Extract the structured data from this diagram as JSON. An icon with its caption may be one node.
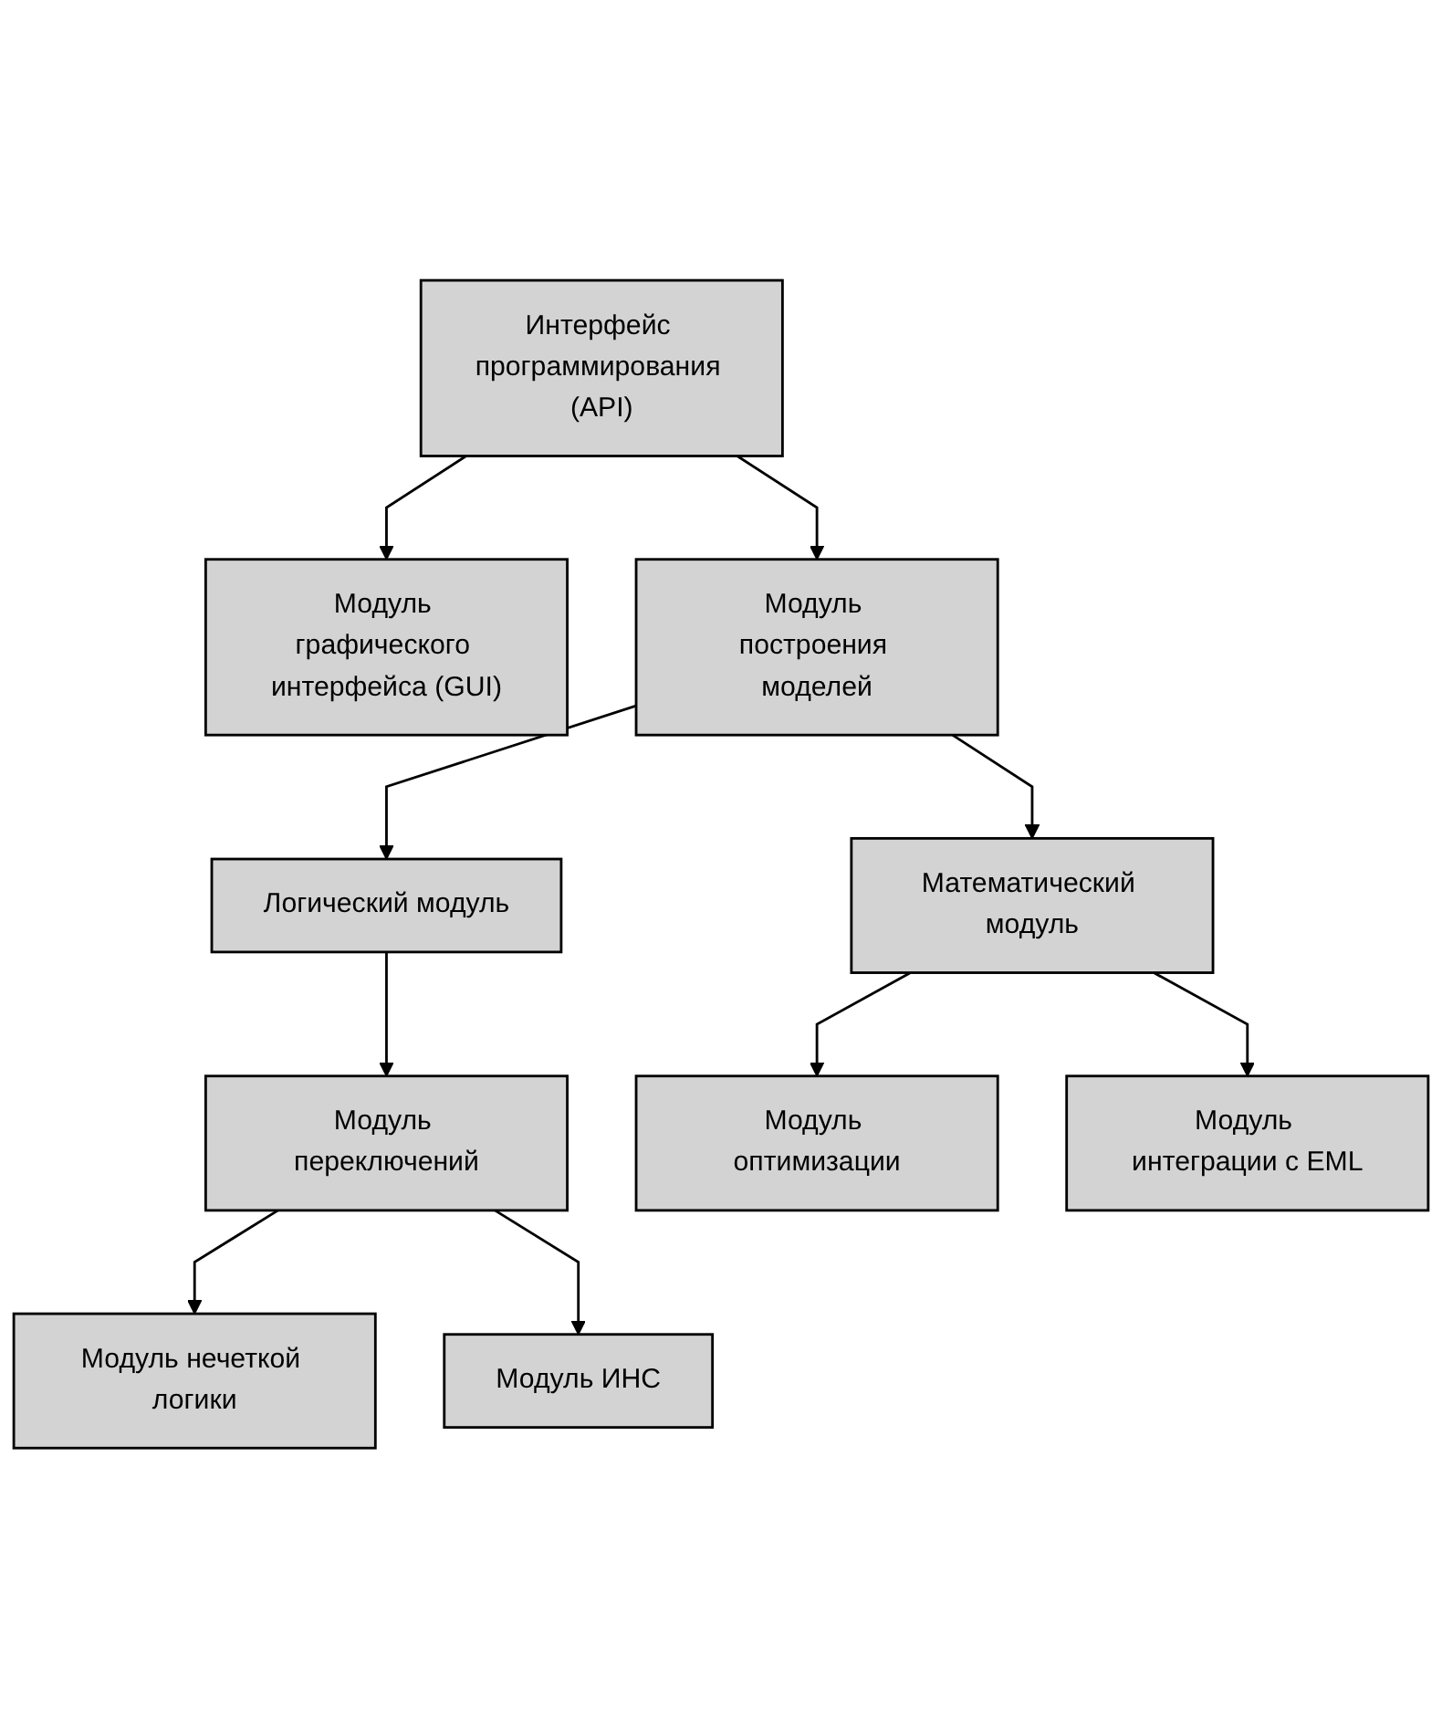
{
  "diagram": {
    "nodes": [
      {
        "text": [
          "Интерфейс программирования (API)"
        ]
      },
      {
        "text": [
          "Модуль графического интерфейса (GUI)"
        ]
      },
      {
        "text": [
          "Модуль построения моделей"
        ]
      },
      {
        "text": [
          "Логический модуль"
        ]
      },
      {
        "text": [
          "Математический модуль"
        ]
      },
      {
        "text": [
          "Модуль переключений"
        ]
      },
      {
        "text": [
          "Модуль оптимизации"
        ]
      },
      {
        "text": [
          "Модуль интеграции с EML"
        ]
      },
      {
        "text": [
          "Модуль нечеткой логики"
        ]
      },
      {
        "text": [
          "Модуль ИНС"
        ]
      }
    ],
    "edges": [
      {
        "from": 0,
        "to": 1,
        "arrow": "to"
      },
      {
        "from": 0,
        "to": 2,
        "arrow": "to"
      },
      {
        "from": 2,
        "to": 3,
        "arrow": "to"
      },
      {
        "from": 2,
        "to": 4,
        "arrow": "to"
      },
      {
        "from": 3,
        "to": 5,
        "arrow": "to"
      },
      {
        "from": 4,
        "to": 6,
        "arrow": "to"
      },
      {
        "from": 4,
        "to": 7,
        "arrow": "to"
      },
      {
        "from": 5,
        "to": 8,
        "arrow": "to"
      },
      {
        "from": 5,
        "to": 9,
        "arrow": "to"
      }
    ]
  }
}
